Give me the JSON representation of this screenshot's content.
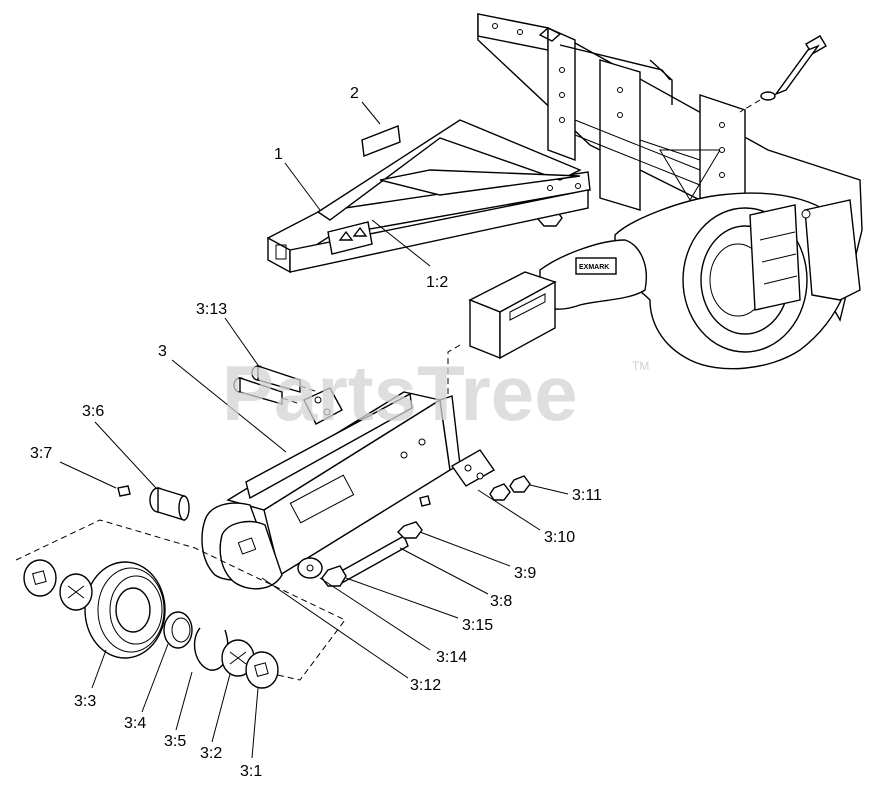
{
  "watermark": {
    "text": "PartsTree",
    "mark": "TM"
  },
  "emblem_text": "EXMARK",
  "callouts": [
    {
      "id": "1",
      "label": "1"
    },
    {
      "id": "2",
      "label": "2"
    },
    {
      "id": "1-2",
      "label": "1:2"
    },
    {
      "id": "3",
      "label": "3"
    },
    {
      "id": "3-13",
      "label": "3:13"
    },
    {
      "id": "3-6",
      "label": "3:6"
    },
    {
      "id": "3-7",
      "label": "3:7"
    },
    {
      "id": "3-11",
      "label": "3:11"
    },
    {
      "id": "3-10",
      "label": "3:10"
    },
    {
      "id": "3-9",
      "label": "3:9"
    },
    {
      "id": "3-8",
      "label": "3:8"
    },
    {
      "id": "3-15",
      "label": "3:15"
    },
    {
      "id": "3-14",
      "label": "3:14"
    },
    {
      "id": "3-12",
      "label": "3:12"
    },
    {
      "id": "3-3",
      "label": "3:3"
    },
    {
      "id": "3-4",
      "label": "3:4"
    },
    {
      "id": "3-5",
      "label": "3:5"
    },
    {
      "id": "3-2",
      "label": "3:2"
    },
    {
      "id": "3-1",
      "label": "3:1"
    }
  ]
}
